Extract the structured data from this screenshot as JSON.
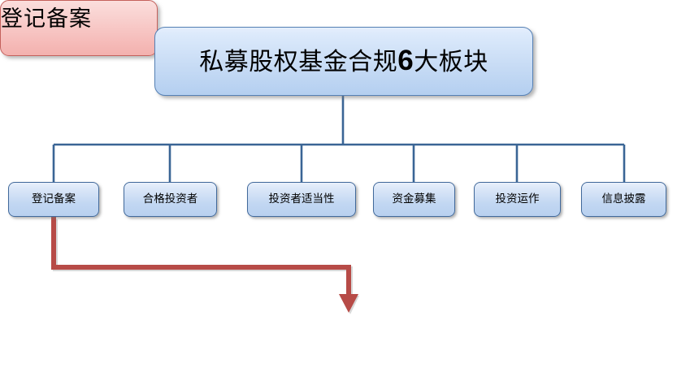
{
  "diagram": {
    "type": "org-tree",
    "title": {
      "text": "私募股权基金合规6大板块",
      "prefix": "私募股权基金合规",
      "number": "6",
      "suffix": "大板块"
    },
    "branches": [
      {
        "label": "登记备案"
      },
      {
        "label": "合格投资者"
      },
      {
        "label": "投资者适当性"
      },
      {
        "label": "资金募集"
      },
      {
        "label": "投资运作"
      },
      {
        "label": "信息披露"
      }
    ],
    "highlight": {
      "label": "登记备案",
      "source_branch": "登记备案"
    },
    "colors": {
      "node_fill_top": "#e4eefc",
      "node_fill_bottom": "#b4cff0",
      "node_border": "#41699b",
      "connector": "#3a6595",
      "highlight_connector": "#b74b47",
      "highlight_fill_top": "#fbdedc",
      "highlight_fill_bottom": "#f3b1ae",
      "highlight_border": "#c4615c",
      "background": "#ffffff",
      "text": "#000000"
    }
  }
}
